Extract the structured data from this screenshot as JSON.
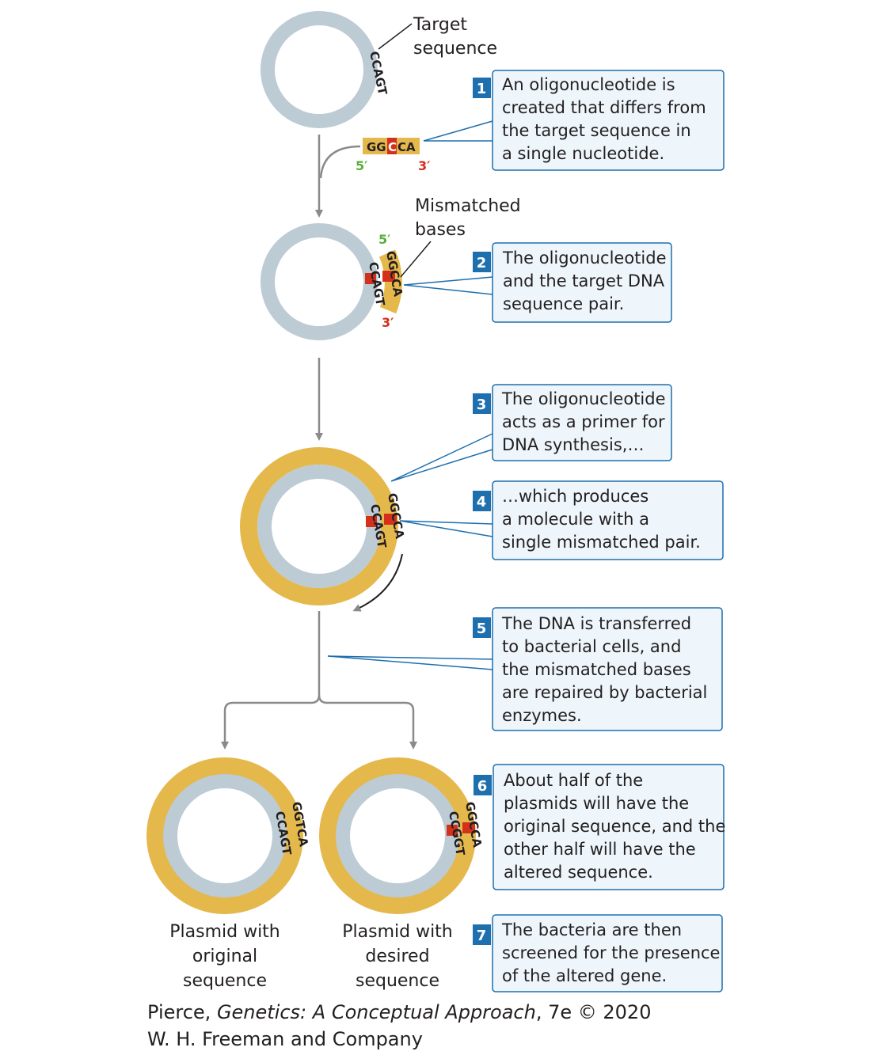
{
  "colors": {
    "plasmid": "#bccbd4",
    "new_strand": "#e5b84c",
    "mismatch": "#d3311c",
    "box_fill": "#eef6fb",
    "box_border": "#1d6fae",
    "number_fill": "#1d6fae",
    "arrow": "#8a8a8a",
    "prime5": "#5aae3a",
    "prime3": "#d3311c"
  },
  "labels": {
    "target_line1": "Target",
    "target_line2": "sequence",
    "mismatched_line1": "Mismatched",
    "mismatched_line2": "bases",
    "prime5": "5′",
    "prime3": "3′"
  },
  "sequences": {
    "target": "CCAGT",
    "oligo": "GGCCA",
    "original_new_strand": "GGTCA"
  },
  "steps": [
    {
      "number": "1",
      "lines": [
        "An oligonucleotide is",
        "created that differs from",
        "the target sequence in",
        "a single nucleotide."
      ]
    },
    {
      "number": "2",
      "lines": [
        "The oligonucleotide",
        "and the target DNA",
        "sequence pair."
      ]
    },
    {
      "number": "3",
      "lines": [
        "The oligonucleotide",
        "acts as a primer for",
        "DNA synthesis,…"
      ]
    },
    {
      "number": "4",
      "lines": [
        "…which produces",
        "a molecule with a",
        "single mismatched pair."
      ]
    },
    {
      "number": "5",
      "lines": [
        "The DNA is transferred",
        "to bacterial cells, and",
        "the mismatched bases",
        "are repaired by bacterial",
        "enzymes."
      ]
    },
    {
      "number": "6",
      "lines": [
        "About half of the",
        "plasmids will have the",
        "original sequence, and the",
        "other half will have the",
        "altered sequence."
      ]
    },
    {
      "number": "7",
      "lines": [
        "The bacteria are then",
        "screened for the presence",
        "of the altered gene."
      ]
    }
  ],
  "plasmid_labels": {
    "original": [
      "Plasmid with",
      "original",
      "sequence"
    ],
    "desired": [
      "Plasmid with",
      "desired",
      "sequence"
    ]
  },
  "credit": {
    "author": "Pierce, ",
    "book_title": "Genetics: A Conceptual Approach",
    "edition": ", 7e © 2020",
    "publisher": "W. H. Freeman and Company"
  }
}
